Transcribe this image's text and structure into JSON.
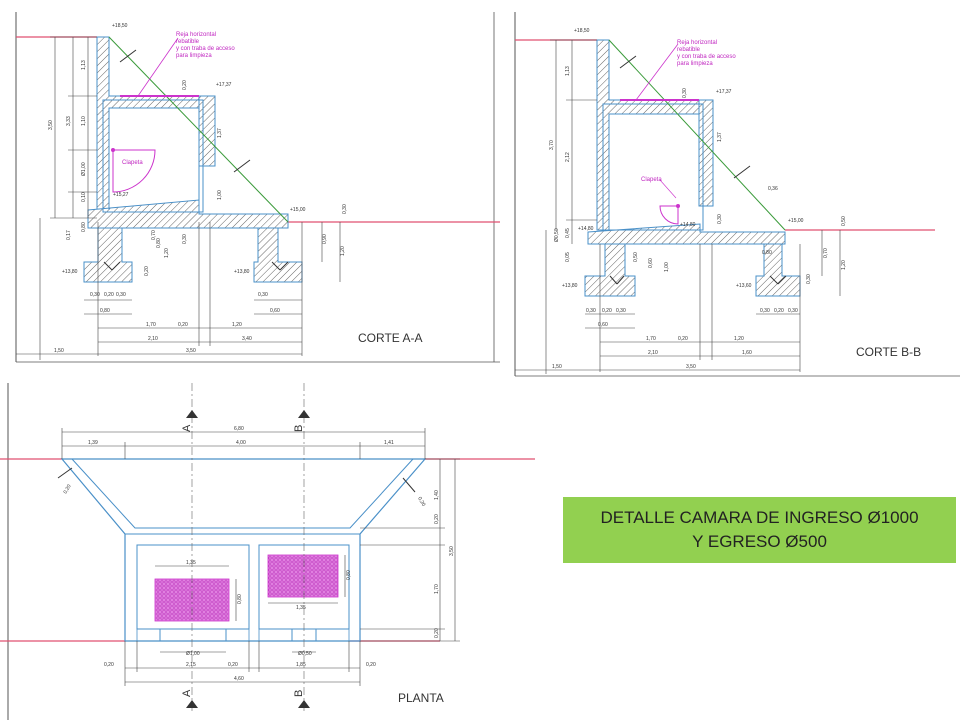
{
  "title": {
    "line1": "DETALLE CAMARA DE INGRESO Ø1000",
    "line2": "Y EGRESO Ø500"
  },
  "corte_aa": {
    "label": "CORTE A-A",
    "reja": [
      "Reja horizontal",
      "rebatible",
      "y con traba de acceso",
      "para limpieza"
    ],
    "clapeta": "Clapeta",
    "levels": [
      "+18,50",
      "+17,37",
      "+15,27",
      "+15,00",
      "+13,80",
      "+13,80"
    ],
    "dims": [
      "3,50",
      "3,33",
      "1,13",
      "1,10",
      "Ø1,00",
      "0,17",
      "0,80",
      "0,10",
      "1,37",
      "0,20",
      "1,00",
      "0,30",
      "0,80",
      "0,70",
      "1,20",
      "1,20",
      "0,90",
      "0,30",
      "0,20",
      "1,70",
      "0,20",
      "1,20",
      "2,10",
      "3,40",
      "1,50",
      "3,50",
      "0,30",
      "0,20",
      "0,30",
      "0,80",
      "0,60",
      "0,30"
    ]
  },
  "corte_bb": {
    "label": "CORTE B-B",
    "reja": [
      "Reja horizontal",
      "rebatible",
      "y con traba de acceso",
      "para limpieza"
    ],
    "clapeta": "Clapeta",
    "levels": [
      "+18,50",
      "+17,37",
      "+14,80",
      "+14,80",
      "+15,00",
      "+13,80",
      "+13,60"
    ],
    "dims": [
      "3,70",
      "1,13",
      "2,12",
      "0,30",
      "1,37",
      "Ø0,50",
      "0,45",
      "0,05",
      "0,60",
      "0,50",
      "1,00",
      "0,30",
      "0,50",
      "0,70",
      "1,20",
      "0,36",
      "0,80",
      "0,30",
      "1,70",
      "0,20",
      "1,20",
      "2,10",
      "1,60",
      "1,50",
      "3,50",
      "0,30",
      "0,20",
      "0,30",
      "0,60",
      "0,30",
      "0,20",
      "0,30"
    ]
  },
  "planta": {
    "label": "PLANTA",
    "section_markers": [
      "A",
      "B",
      "A",
      "B"
    ],
    "dims": [
      "6,80",
      "1,39",
      "4,00",
      "1,41",
      "0,20",
      "0,20",
      "1,40",
      "0,20",
      "3,50",
      "1,70",
      "0,20",
      "1,35",
      "0,80",
      "1,35",
      "0,80",
      "Ø1,00",
      "Ø0,50",
      "0,20",
      "2,15",
      "0,20",
      "1,85",
      "0,20",
      "4,60"
    ]
  },
  "colors": {
    "outline": "#4a90c8",
    "hatch": "#555555",
    "magenta": "#cc33cc",
    "ground": "#e05070",
    "green_line": "#3a9a3a",
    "title_bg": "#92d050"
  }
}
